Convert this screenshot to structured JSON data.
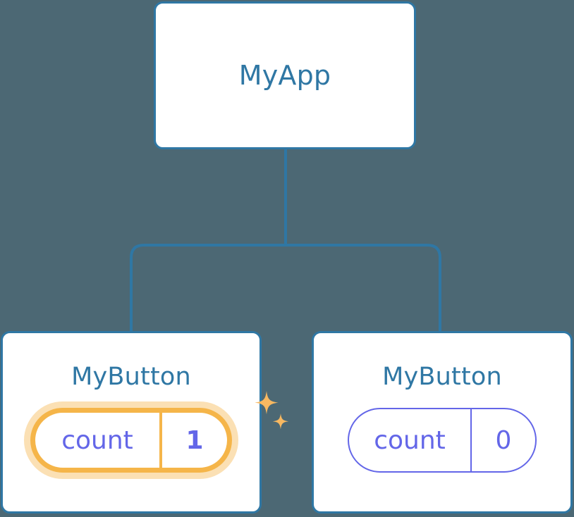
{
  "diagram": {
    "type": "component-tree",
    "background_color": "#4c6874",
    "node_border_color": "#2f77a4",
    "node_title_color": "#2f77a4",
    "state_color": "#6366e8",
    "highlight_color": "#f5b549",
    "highlight_glow_color": "#fbe0b4",
    "connector_color": "#2f77a4"
  },
  "root": {
    "title": "MyApp"
  },
  "children": [
    {
      "title": "MyButton",
      "state": {
        "key": "count",
        "value": "1"
      },
      "highlighted": true,
      "sparkle_large": "sparkle-icon",
      "sparkle_small": "sparkle-icon"
    },
    {
      "title": "MyButton",
      "state": {
        "key": "count",
        "value": "0"
      },
      "highlighted": false
    }
  ]
}
